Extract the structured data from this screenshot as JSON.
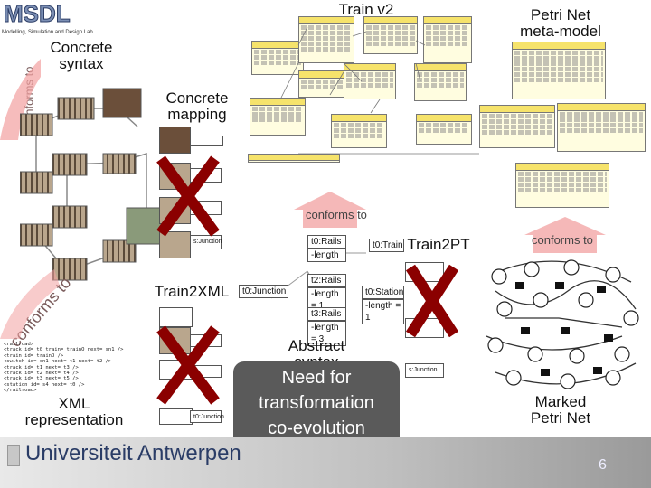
{
  "logo": {
    "name": "MSDL",
    "tagline": "Modelling, Simulation and Design Lab"
  },
  "labels": {
    "title": "Train v2",
    "petri_meta": "Petri Net\nmeta-model",
    "concrete_syntax": "Concrete\nsyntax",
    "conforms_left": "conforms to",
    "concrete_mapping": "Concrete\nmapping",
    "conforms_mid": "conforms to",
    "conforms_right": "conforms to",
    "train2pt": "Train2PT",
    "train2xml": "Train2XML",
    "conforms_left2": "conforms to",
    "abstract_syntax": "Abstract\nsyntax",
    "need_for": "Need for\ntransformation\nco-evolution",
    "xml_rep": "XML\nrepresentation",
    "marked_petri": "Marked\nPetri Net",
    "page_number": "6"
  },
  "abstract_boxes": {
    "rails1": "t0:Rails",
    "length1": "-length",
    "train": "t0:Train",
    "rails2": "t2:Rails",
    "length2": "-length = 1",
    "junction": "t0:Junction",
    "station": "t0:Station",
    "length3": "-length = 1",
    "rails3": "t3:Rails",
    "length4": "-length = 3"
  },
  "side_boxes": {
    "junction_a": "s:Junction",
    "junction_b": "t0:Junction",
    "junction_c": "s:Junction"
  },
  "xml_lines": [
    "<railroad>",
    "  <track id= t0  train= trainO  next= sn1 />",
    "  <train id= trainO />",
    "  <switch id= sn1  next= t1  next= t2 />",
    "  <track id= t1  next= t3 />",
    "  <track id= t2  next= t4 />",
    "  <track id= t3  next= t5 />",
    "  <station id= s4  next= t0 />",
    "</railroad>"
  ],
  "footer": {
    "university": "Universiteit Antwerpen"
  },
  "colors": {
    "cross": "#8b0000",
    "arrow": "#f2a0a0",
    "badge": "#5a5a5a",
    "uml_header": "#f6e36b"
  }
}
